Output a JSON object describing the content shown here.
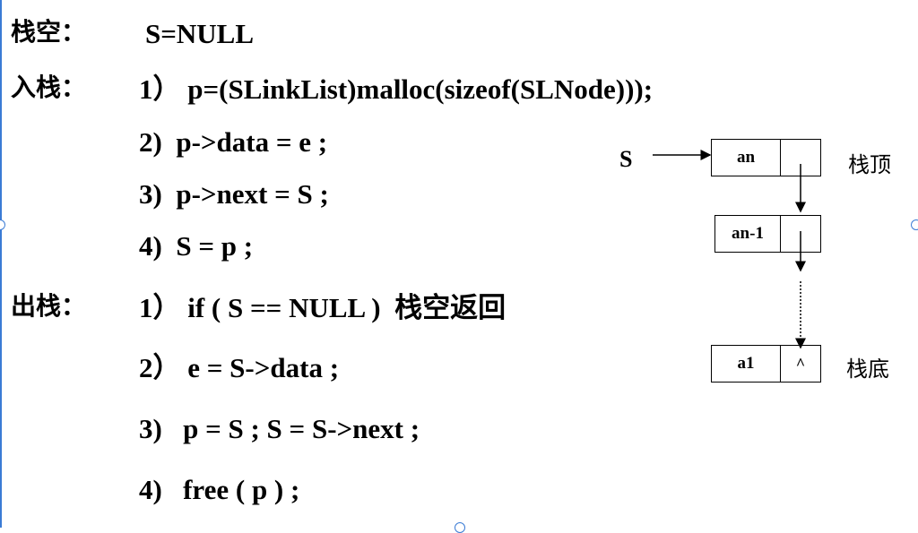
{
  "empty": {
    "label": "栈空：",
    "code": "S=NULL"
  },
  "push": {
    "label": "入栈：",
    "steps": [
      "1） p=(SLinkList)malloc(sizeof(SLNode)));",
      "2)  p->data = e ;",
      "3)  p->next = S ;",
      "4)  S = p ;"
    ]
  },
  "pop": {
    "label": "出栈：",
    "step1_code": "1） if ( S == NULL )  ",
    "step1_cn": "栈空返回",
    "steps": [
      "2） e = S->data ;",
      "3)   p = S ; S = S->next ;",
      "4)   free ( p ) ;"
    ]
  },
  "diagram": {
    "pointer": "S",
    "nodes": [
      {
        "data": "an",
        "next": ""
      },
      {
        "data": "an-1",
        "next": ""
      },
      {
        "data": "a1",
        "next": "^"
      }
    ],
    "top_label": "栈顶",
    "bottom_label": "栈底"
  }
}
